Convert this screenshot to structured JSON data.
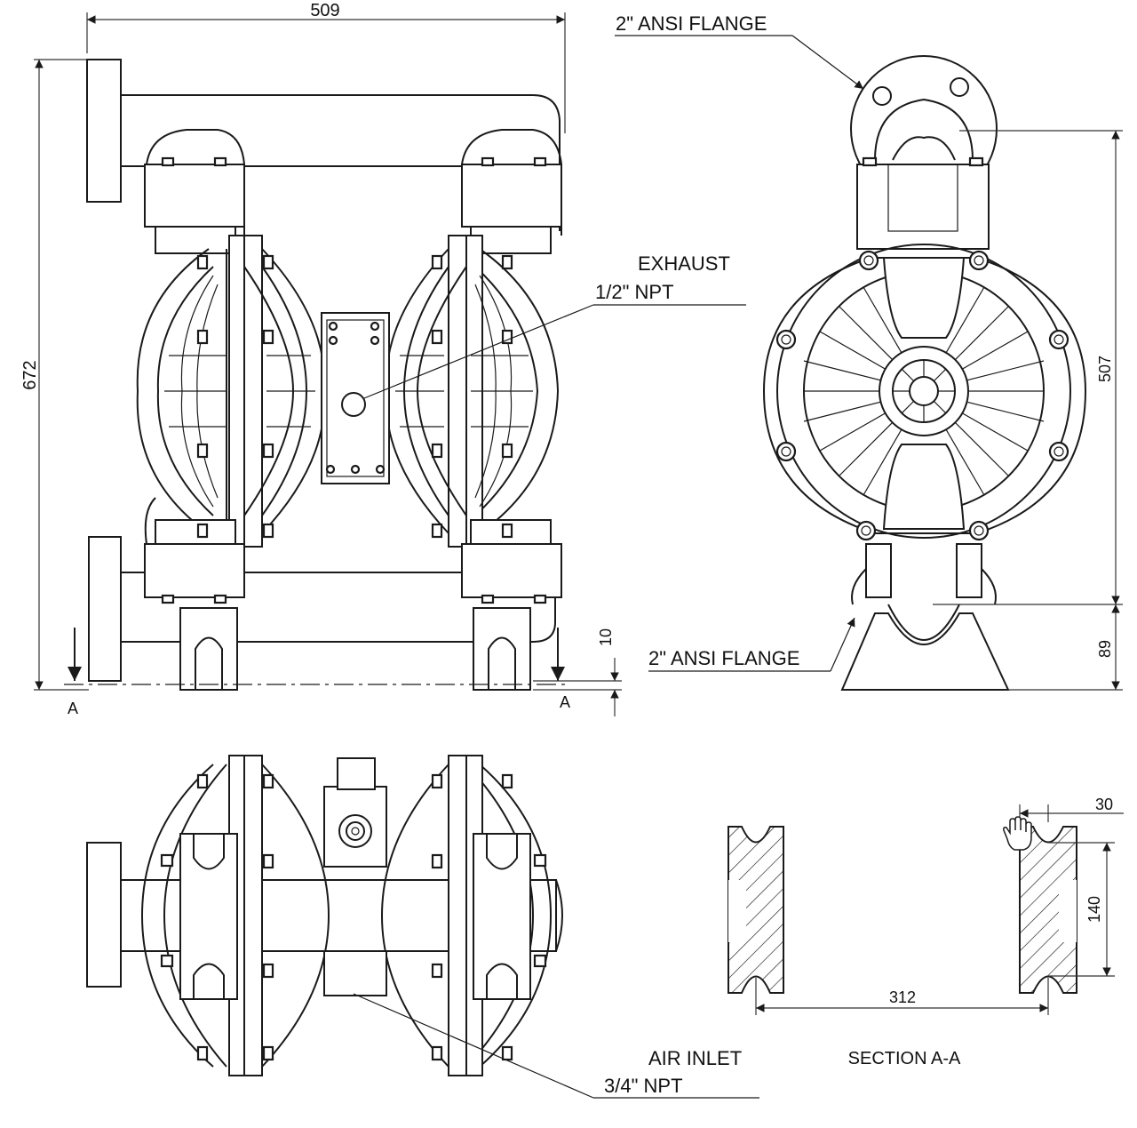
{
  "colors": {
    "line": "#1a1a1a",
    "background": "#ffffff"
  },
  "labels": {
    "flange_top": "2\" ANSI FLANGE",
    "flange_bottom": "2\" ANSI FLANGE",
    "exhaust_line1": "EXHAUST",
    "exhaust_line2": "1/2\" NPT",
    "air_inlet_line1": "AIR INLET",
    "air_inlet_line2": "3/4\" NPT",
    "section_title": "SECTION A-A",
    "section_marker_left": "A",
    "section_marker_right": "A"
  },
  "dimensions": {
    "overall_width": "509",
    "overall_height": "672",
    "foot_height": "10",
    "side_height": "507",
    "base_height": "89",
    "slot_width": "30",
    "slot_height": "140",
    "foot_spacing": "312"
  },
  "icons": {
    "cursor": "hand-cursor-icon"
  }
}
